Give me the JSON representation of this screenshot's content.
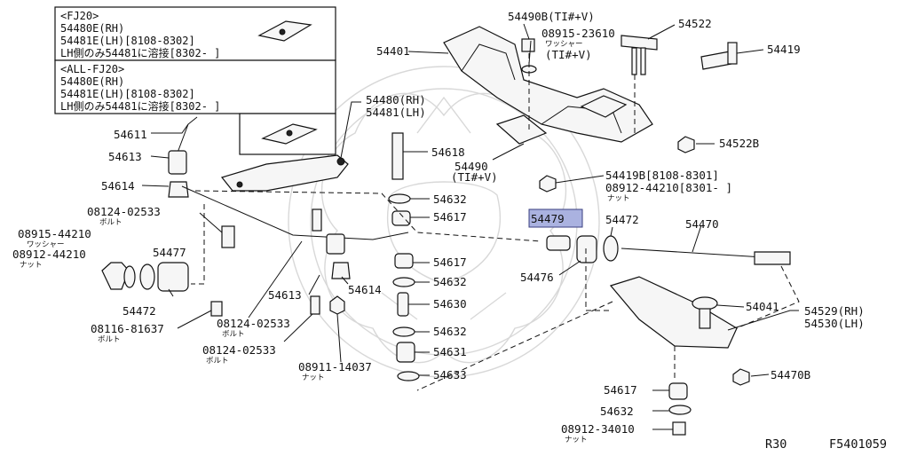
{
  "box_fj20": {
    "header": "<FJ20>",
    "line1": "54480E(RH)",
    "line2": "54481E(LH)[8108-8302]",
    "line3": "LH側のみ54481に溶接[8302-     ]"
  },
  "box_all": {
    "header": "<ALL-FJ20>",
    "line1": "54480E(RH)",
    "line2": "54481E(LH)[8108-8302]",
    "line3": "LH側のみ54481に溶接[8302-     ]"
  },
  "labels": {
    "p54611": "54611",
    "p54613a": "54613",
    "p54614a": "54614",
    "p08124a": "08124-02533",
    "p08124a_sub": "ボルト",
    "p08915a": "08915-44210",
    "p08915a_sub": "ワッシャー",
    "p08912a": "08912-44210",
    "p08912a_sub": "ナット",
    "p54477": "54477",
    "p54472a": "54472",
    "p08116": "08116-81637",
    "p08116_sub": "ボルト",
    "p54480": "54480(RH)",
    "p54481": "54481(LH)",
    "p54401": "54401",
    "p54490b": "54490B(TI#+V)",
    "p08915b": "08915-23610",
    "p08915b_sub": "ワッシャー",
    "p08915b_sub2": "(TI#+V)",
    "p54522": "54522",
    "p54419": "54419",
    "p54522b": "54522B",
    "p54419b": "54419B[8108-8301]",
    "p08912b": "08912-44210[8301-     ]",
    "p08912b_sub": "ナット",
    "p54490": "54490",
    "p54490_sub": "(TI#+V)",
    "p54618": "54618",
    "p54632a": "54632",
    "p54617a": "54617",
    "p54479": "54479",
    "p54472b": "54472",
    "p54470": "54470",
    "p54617b": "54617",
    "p54632b": "54632",
    "p54476": "54476",
    "p54613b": "54613",
    "p54614b": "54614",
    "p08124b": "08124-02533",
    "p08124b_sub": "ボルト",
    "p08124c": "08124-02533",
    "p08124c_sub": "ボルト",
    "p08911": "08911-14037",
    "p08911_sub": "ナット",
    "p54630": "54630",
    "p54632c": "54632",
    "p54631": "54631",
    "p54633": "54633",
    "p54041": "54041",
    "p54529": "54529(RH)",
    "p54530": "54530(LH)",
    "p54470b": "54470B",
    "p54617c": "54617",
    "p54632d": "54632",
    "p08912c": "08912-34010",
    "p08912c_sub": "ナット"
  },
  "footer": {
    "model": "R30",
    "figure_code": "F5401059"
  },
  "highlight_color": "#aab2e0"
}
